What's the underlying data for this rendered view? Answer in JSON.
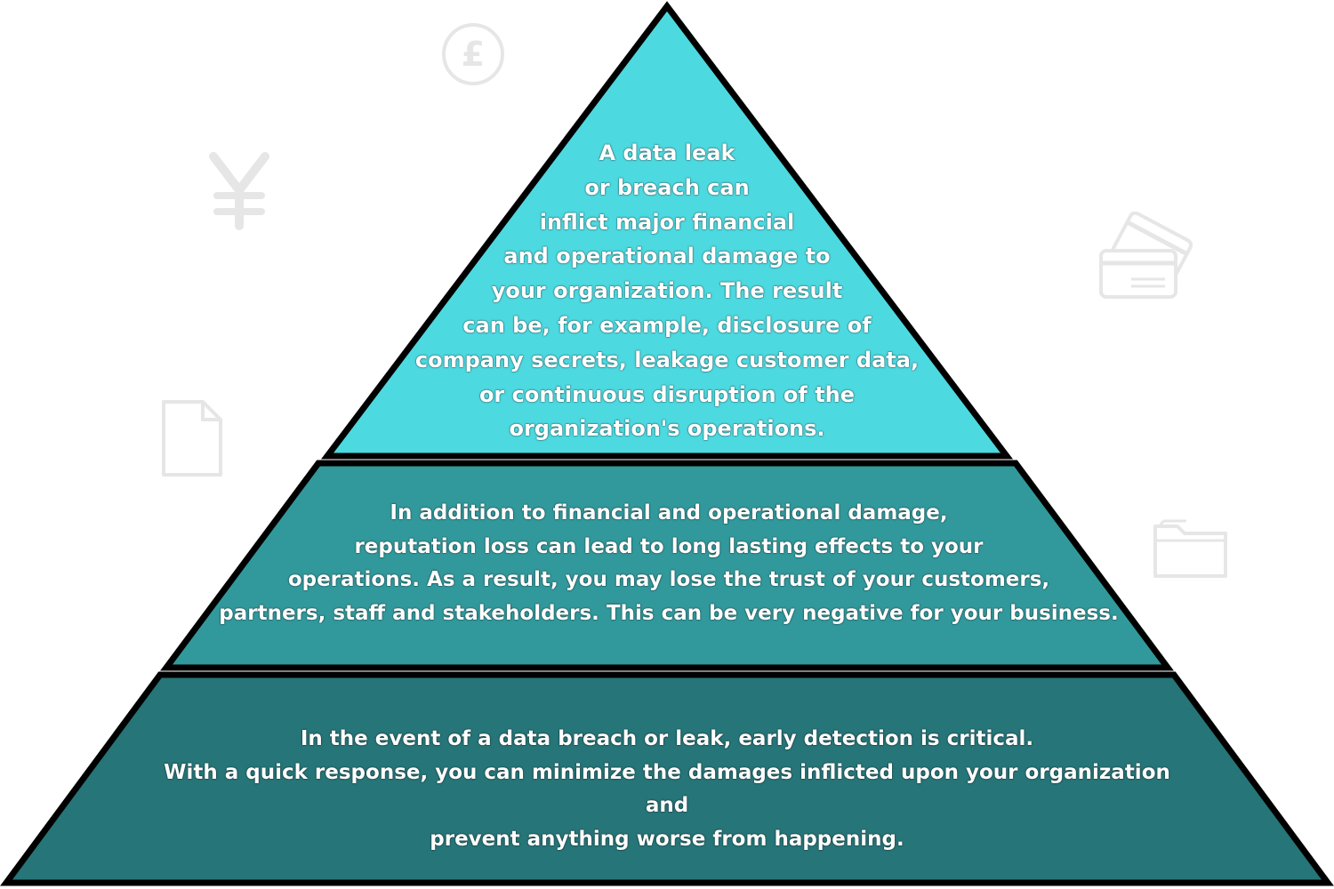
{
  "colors": {
    "tier_top": "#4DD9E0",
    "tier_middle": "#31999C",
    "tier_bottom": "#267578",
    "outline": "#000000",
    "text": "#FFFFFF",
    "decor": "#E6E6E6"
  },
  "decorations": [
    {
      "icon": "pound-coin-icon"
    },
    {
      "icon": "yen-icon"
    },
    {
      "icon": "credit-card-icon"
    },
    {
      "icon": "document-icon"
    },
    {
      "icon": "folder-icon"
    }
  ],
  "tiers": {
    "top": {
      "lines": [
        "A data leak",
        "or breach can",
        "inflict major financial",
        "and operational damage to",
        "your organization. The result",
        "can be, for example, disclosure of",
        "company secrets, leakage customer data,",
        "or continuous disruption of the",
        "organization's operations."
      ]
    },
    "middle": {
      "lines": [
        "In addition to financial and operational damage,",
        "reputation loss can lead to long lasting effects to your",
        "operations. As a result, you may lose the trust of your customers,",
        "partners, staff and stakeholders. This can be very negative for your business."
      ]
    },
    "bottom": {
      "lines": [
        "In the event of a data breach or leak, early detection is critical.",
        "With a quick response, you can minimize the damages inflicted upon your organization",
        "and",
        "prevent anything worse from happening."
      ]
    }
  }
}
